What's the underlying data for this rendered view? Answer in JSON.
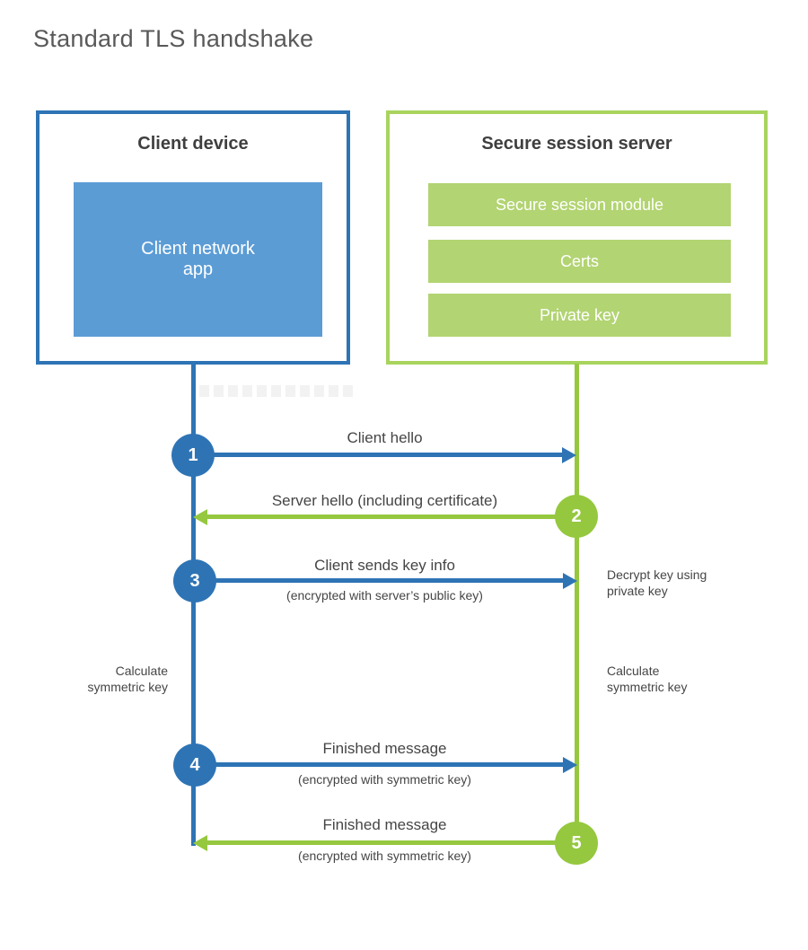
{
  "title": "Standard TLS handshake",
  "colors": {
    "blue_accent": "#2e74b5",
    "blue_fill": "#5b9cd5",
    "green_accent": "#95c83f",
    "green_border": "#a8d45e",
    "green_fill": "#b2d472",
    "heading_text": "#3f3f3f",
    "title_text": "#595959",
    "label_text": "#454545"
  },
  "client_box": {
    "title": "Client device",
    "app_label": "Client network\napp"
  },
  "server_box": {
    "title": "Secure session server",
    "modules": [
      "Secure session module",
      "Certs",
      "Private key"
    ]
  },
  "steps": [
    {
      "number": "1",
      "label": "Client hello",
      "sublabel": "",
      "direction": "client-to-server"
    },
    {
      "number": "2",
      "label": "Server hello (including certificate)",
      "sublabel": "",
      "direction": "server-to-client"
    },
    {
      "number": "3",
      "label": "Client sends key info",
      "sublabel": "(encrypted with server’s public key)",
      "direction": "client-to-server"
    },
    {
      "number": "4",
      "label": "Finished message",
      "sublabel": "(encrypted with symmetric key)",
      "direction": "client-to-server"
    },
    {
      "number": "5",
      "label": "Finished message",
      "sublabel": "(encrypted with symmetric key)",
      "direction": "server-to-client"
    }
  ],
  "side_notes": {
    "decrypt": "Decrypt key using\nprivate key",
    "calc_left": "Calculate\nsymmetric key",
    "calc_right": "Calculate\nsymmetric key"
  }
}
